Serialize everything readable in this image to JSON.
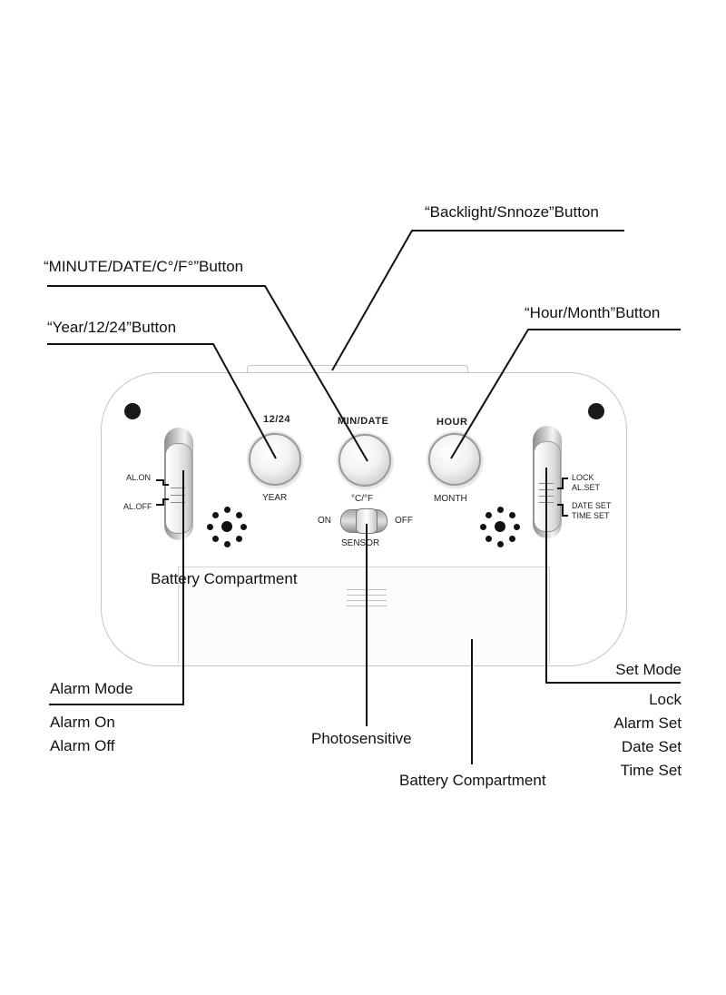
{
  "callouts": {
    "backlight": "“Backlight/Snnoze”Button",
    "minute": "“MINUTE/DATE/C°/F°”Button",
    "year": "“Year/12/24”Button",
    "hour": "“Hour/Month”Button",
    "battery_inside": "Battery Compartment",
    "alarm_mode": "Alarm Mode",
    "alarm_on": "Alarm On",
    "alarm_off": "Alarm Off",
    "photosensitive": "Photosensitive",
    "battery_bottom": "Battery Compartment",
    "set_mode": "Set Mode",
    "lock": "Lock",
    "alarm_set": "Alarm Set",
    "date_set": "Date Set",
    "time_set": "Time Set"
  },
  "device": {
    "btn_12_24_top": "12/24",
    "btn_12_24_bottom": "YEAR",
    "btn_min_top": "MIN/DATE",
    "btn_min_bottom": "°C/°F",
    "btn_hour_top": "HOUR",
    "btn_hour_bottom": "MONTH",
    "sensor_on": "ON",
    "sensor_off": "OFF",
    "sensor_label": "SENSOR",
    "al_on": "AL.ON",
    "al_off": "AL.OFF",
    "lock": "LOCK",
    "al_set": "AL.SET",
    "date_set": "DATE SET",
    "time_set": "TIME SET"
  }
}
